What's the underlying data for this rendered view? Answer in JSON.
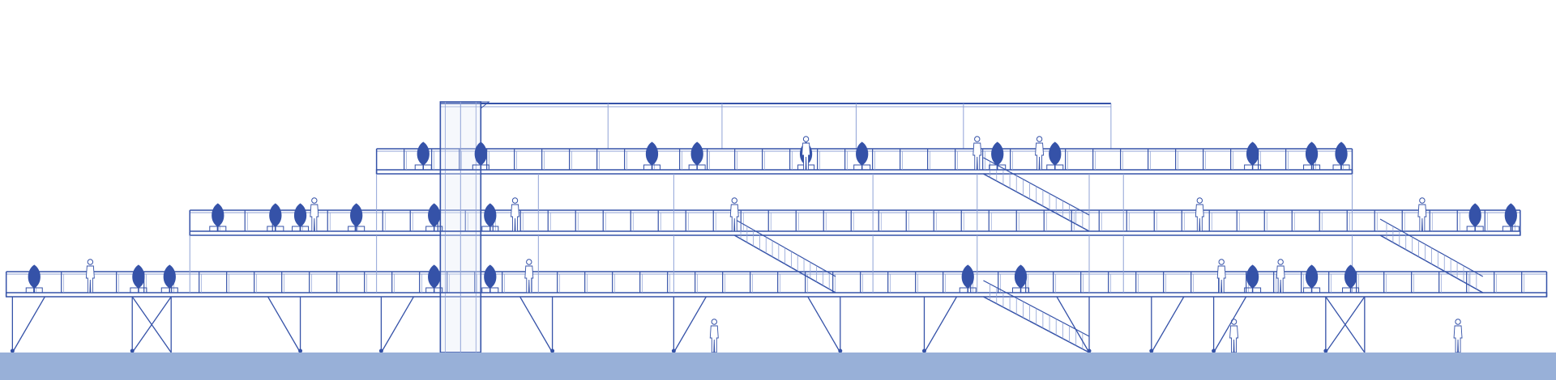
{
  "colors": {
    "background": "#ffffff",
    "line": "#3552a8",
    "line_light": "#8fa2d6",
    "ground": "#98b0d8",
    "tree": "#3552a8",
    "elevator_fill": "#e6ebf7"
  },
  "levels": [
    {
      "name": "deck-level-1",
      "span": [
        0.004,
        0.994
      ]
    },
    {
      "name": "deck-level-2",
      "span": [
        0.122,
        0.977
      ]
    },
    {
      "name": "deck-level-3",
      "span": [
        0.242,
        0.869
      ]
    }
  ],
  "roof": {
    "span": [
      0.283,
      0.714
    ]
  },
  "elevator": {
    "span": [
      0.283,
      0.309
    ]
  },
  "trees": [
    {
      "level": 1,
      "x": 0.022
    },
    {
      "level": 1,
      "x": 0.089
    },
    {
      "level": 1,
      "x": 0.109
    },
    {
      "level": 1,
      "x": 0.279
    },
    {
      "level": 1,
      "x": 0.315
    },
    {
      "level": 1,
      "x": 0.622
    },
    {
      "level": 1,
      "x": 0.656
    },
    {
      "level": 1,
      "x": 0.805
    },
    {
      "level": 1,
      "x": 0.843
    },
    {
      "level": 1,
      "x": 0.868
    },
    {
      "level": 2,
      "x": 0.14
    },
    {
      "level": 2,
      "x": 0.177
    },
    {
      "level": 2,
      "x": 0.193
    },
    {
      "level": 2,
      "x": 0.229
    },
    {
      "level": 2,
      "x": 0.279
    },
    {
      "level": 2,
      "x": 0.315
    },
    {
      "level": 2,
      "x": 0.948
    },
    {
      "level": 2,
      "x": 0.971
    },
    {
      "level": 3,
      "x": 0.272
    },
    {
      "level": 3,
      "x": 0.309
    },
    {
      "level": 3,
      "x": 0.419
    },
    {
      "level": 3,
      "x": 0.448
    },
    {
      "level": 3,
      "x": 0.518
    },
    {
      "level": 3,
      "x": 0.554
    },
    {
      "level": 3,
      "x": 0.641
    },
    {
      "level": 3,
      "x": 0.678
    },
    {
      "level": 3,
      "x": 0.805
    },
    {
      "level": 3,
      "x": 0.843
    },
    {
      "level": 3,
      "x": 0.862
    }
  ],
  "people": [
    {
      "level": 0,
      "x": 0.459
    },
    {
      "level": 0,
      "x": 0.793
    },
    {
      "level": 0,
      "x": 0.937
    },
    {
      "level": 1,
      "x": 0.058
    },
    {
      "level": 1,
      "x": 0.34
    },
    {
      "level": 1,
      "x": 0.785
    },
    {
      "level": 1,
      "x": 0.823
    },
    {
      "level": 2,
      "x": 0.202
    },
    {
      "level": 2,
      "x": 0.331
    },
    {
      "level": 2,
      "x": 0.472
    },
    {
      "level": 2,
      "x": 0.771
    },
    {
      "level": 2,
      "x": 0.914
    },
    {
      "level": 3,
      "x": 0.518
    },
    {
      "level": 3,
      "x": 0.628
    },
    {
      "level": 3,
      "x": 0.668
    }
  ],
  "stairs": [
    {
      "from": 1,
      "to": 2,
      "span": [
        0.472,
        0.537
      ]
    },
    {
      "from": 2,
      "to": 3,
      "span": [
        0.632,
        0.7
      ]
    },
    {
      "from": 1,
      "to": 2,
      "span": [
        0.887,
        0.953
      ]
    },
    {
      "from": 0,
      "to": 1,
      "span": [
        0.632,
        0.7
      ]
    }
  ],
  "supports": [
    {
      "type": "slant-left",
      "x": 0.008
    },
    {
      "type": "x-brace",
      "x": 0.085
    },
    {
      "type": "slant-right",
      "x": 0.193
    },
    {
      "type": "slant-left",
      "x": 0.245
    },
    {
      "type": "slant-right",
      "x": 0.355
    },
    {
      "type": "slant-left",
      "x": 0.433
    },
    {
      "type": "slant-right",
      "x": 0.54
    },
    {
      "type": "slant-left",
      "x": 0.594
    },
    {
      "type": "slant-right",
      "x": 0.7
    },
    {
      "type": "slant-left",
      "x": 0.74
    },
    {
      "type": "slant-left",
      "x": 0.78
    },
    {
      "type": "x-brace",
      "x": 0.852
    }
  ]
}
